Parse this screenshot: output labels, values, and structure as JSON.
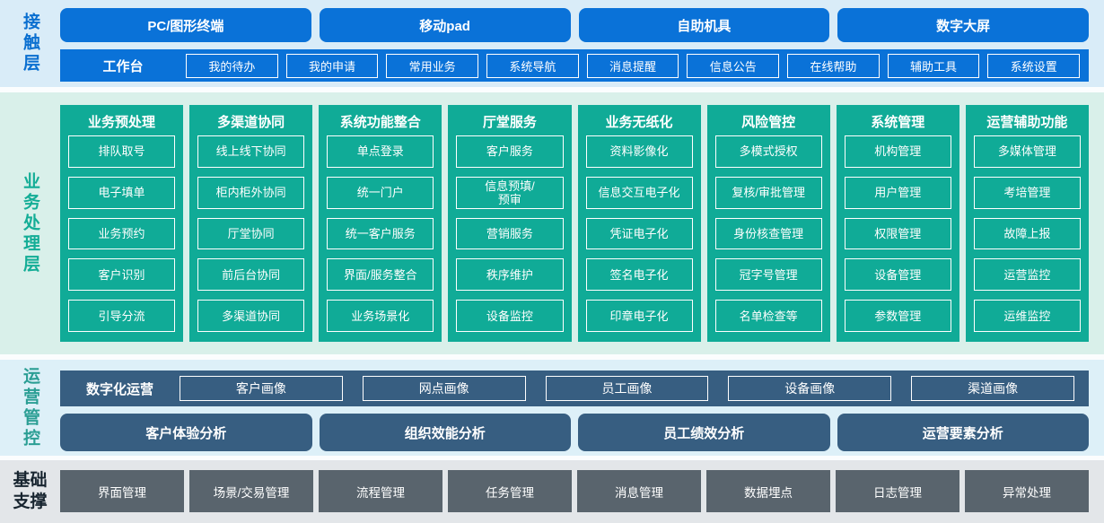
{
  "layers": {
    "contact": {
      "label": "接触层",
      "terminals": [
        "PC/图形终端",
        "移动pad",
        "自助机具",
        "数字大屏"
      ],
      "workbench": {
        "title": "工作台",
        "items": [
          "我的待办",
          "我的申请",
          "常用业务",
          "系统导航",
          "消息提醒",
          "信息公告",
          "在线帮助",
          "辅助工具",
          "系统设置"
        ]
      }
    },
    "business": {
      "label": "业务处理层",
      "columns": [
        {
          "header": "业务预处理",
          "items": [
            "排队取号",
            "电子填单",
            "业务预约",
            "客户识别",
            "引导分流"
          ]
        },
        {
          "header": "多渠道协同",
          "items": [
            "线上线下协同",
            "柜内柜外协同",
            "厅堂协同",
            "前后台协同",
            "多渠道协同"
          ]
        },
        {
          "header": "系统功能整合",
          "items": [
            "单点登录",
            "统一门户",
            "统一客户服务",
            "界面/服务整合",
            "业务场景化"
          ]
        },
        {
          "header": "厅堂服务",
          "items": [
            "客户服务",
            "信息预填/\n预审",
            "营销服务",
            "秩序维护",
            "设备监控"
          ]
        },
        {
          "header": "业务无纸化",
          "items": [
            "资料影像化",
            "信息交互电子化",
            "凭证电子化",
            "签名电子化",
            "印章电子化"
          ]
        },
        {
          "header": "风险管控",
          "items": [
            "多模式授权",
            "复核/审批管理",
            "身份核查管理",
            "冠字号管理",
            "名单检查等"
          ]
        },
        {
          "header": "系统管理",
          "items": [
            "机构管理",
            "用户管理",
            "权限管理",
            "设备管理",
            "参数管理"
          ]
        },
        {
          "header": "运营辅助功能",
          "items": [
            "多媒体管理",
            "考培管理",
            "故障上报",
            "运营监控",
            "运维监控"
          ]
        }
      ]
    },
    "operations": {
      "label": "运营管控",
      "digital": {
        "title": "数字化运营",
        "items": [
          "客户画像",
          "网点画像",
          "员工画像",
          "设备画像",
          "渠道画像"
        ]
      },
      "analysis": [
        "客户体验分析",
        "组织效能分析",
        "员工绩效分析",
        "运营要素分析"
      ]
    },
    "foundation": {
      "label": "基础支撑",
      "items": [
        "界面管理",
        "场景/交易管理",
        "流程管理",
        "任务管理",
        "消息管理",
        "数据埋点",
        "日志管理",
        "异常处理"
      ]
    }
  },
  "colors": {
    "c-blue": "#0a72d8",
    "c-contact-bg": "#d9ecf8",
    "c-label-blue": "#0a6fd0",
    "c-green": "#10ab97",
    "c-business-bg": "#d9f0ea",
    "c-label-green": "#13ad96",
    "c-slate": "#375e81",
    "c-ops-bg": "#ddf0f8",
    "c-label-teal": "#2b9e94",
    "c-gray": "#59646d",
    "c-foundation-bg": "#e3e6e9",
    "c-label-dark": "#17242f",
    "c-gap-bg": "#fbfdfe"
  }
}
